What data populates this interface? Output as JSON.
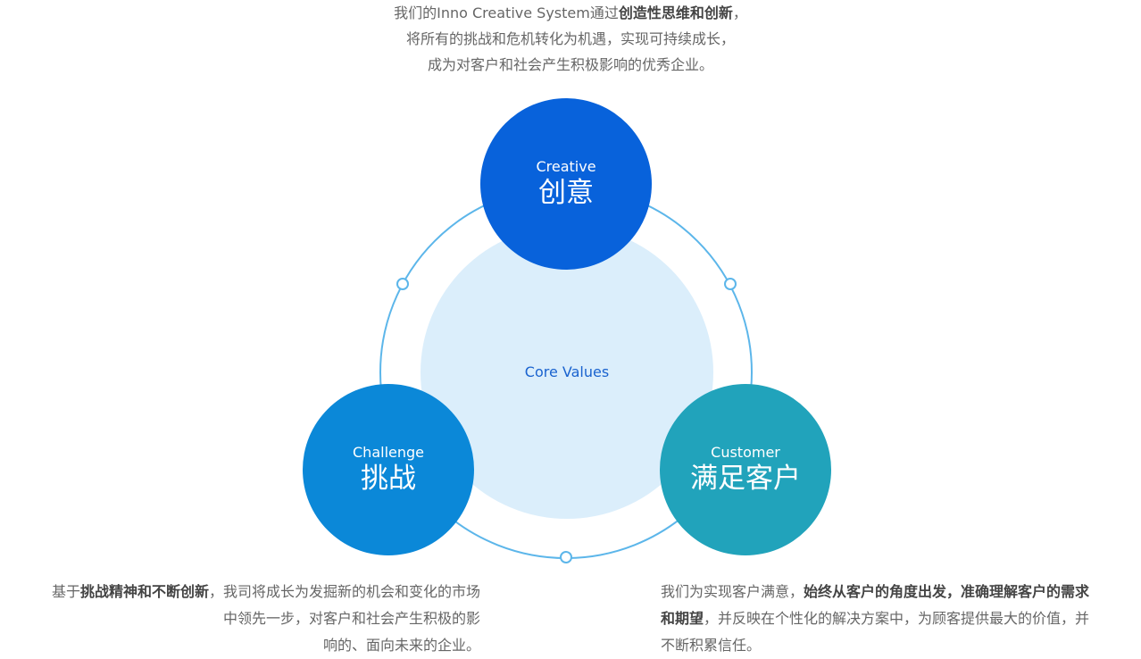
{
  "intro": {
    "line1_pre": "我们的Inno Creative System通过",
    "line1_bold": "创造性思维和创新",
    "line1_post": "，",
    "line2": "将所有的挑战和危机转化为机遇，实现可持续成长，",
    "line3": "成为对客户和社会产生积极影响的优秀企业。"
  },
  "core": {
    "label": "Core Values"
  },
  "values": {
    "creative": {
      "en": "Creative",
      "zh": "创意"
    },
    "challenge": {
      "en": "Challenge",
      "zh": "挑战"
    },
    "customer": {
      "en": "Customer",
      "zh": "满足客户"
    }
  },
  "challenge_desc": {
    "pre": "基于",
    "bold": "挑战精神和不断创新",
    "post1": "，我司将成长为发掘新的机会和变化的市场",
    "line2": "中领先一步，对客户和社会产生积极的影",
    "line3": "响的、面向未来的企业。"
  },
  "customer_desc": {
    "pre": "我们为实现客户满意，",
    "bold1": "始终从客户的角度出发，准确理解客户的需求",
    "bold2": "和期望",
    "post": "，并反映在个性化的解决方案中，为顾客提供最大的价值，并",
    "line3": "不断积累信任。"
  },
  "colors": {
    "creative": "#0862db",
    "challenge": "#0b88d8",
    "customer": "#21a3bb",
    "core_bg": "#dbeefb",
    "core_text": "#1a63cf",
    "ring": "#5cb6ea"
  }
}
